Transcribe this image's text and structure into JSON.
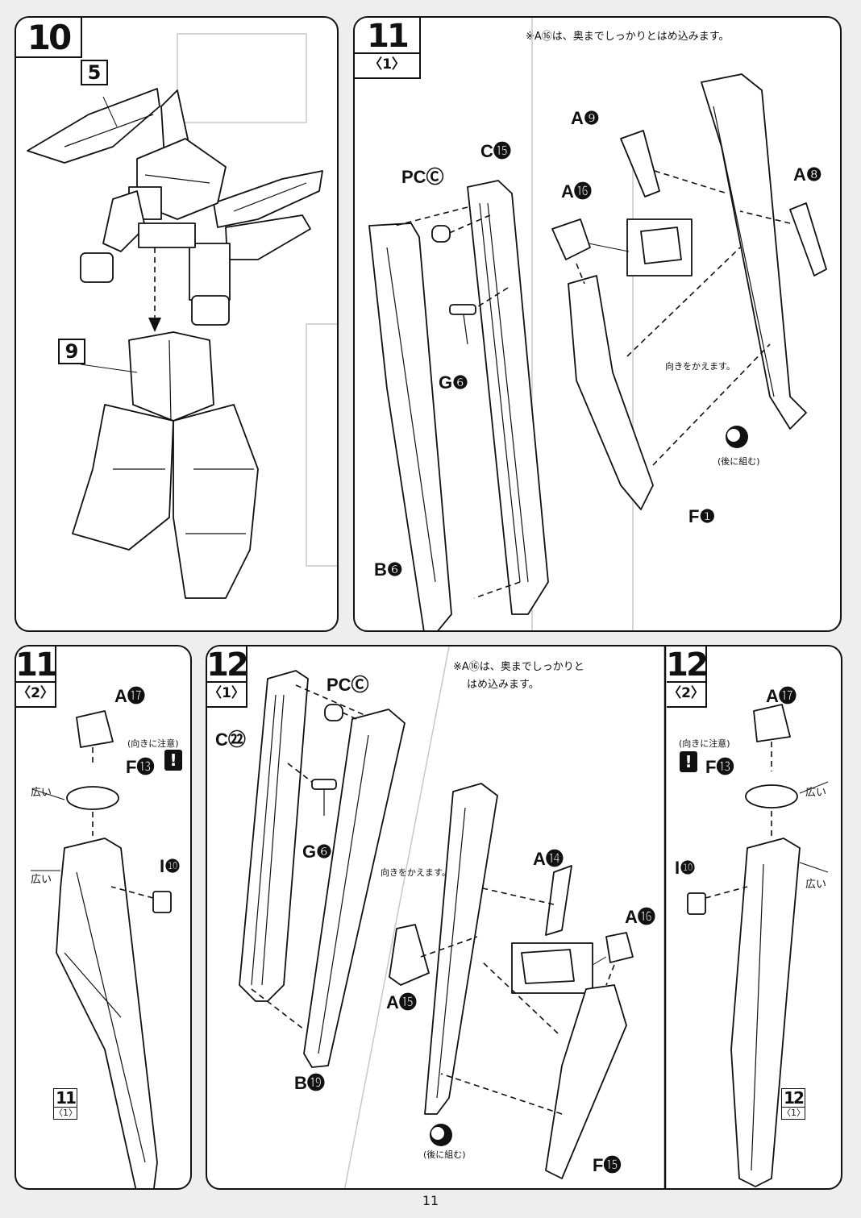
{
  "page_number": "11",
  "steps": [
    {
      "id": "step10",
      "number": "10",
      "sub": "",
      "labels": {
        "upper": "5",
        "lower": "9"
      }
    },
    {
      "id": "step11-1",
      "number": "11",
      "sub": "〈1〉",
      "note": "※A⑯は、奥までしっかりとはめ込みます。",
      "labels": {
        "a9": "A❾",
        "a8": "A❽",
        "a16": "A⓰",
        "c15": "C⓯",
        "pcc": "PCⒸ",
        "g6": "G❻",
        "b6": "B❻",
        "f1": "F❶"
      },
      "turn_note": "向きをかえます。",
      "later_note": "(後に組む)"
    },
    {
      "id": "step11-2",
      "number": "11",
      "sub": "〈2〉",
      "labels": {
        "a17": "A⓱",
        "f13": "F⓭",
        "i10": "I❿",
        "wide1": "広い",
        "wide2": "広い"
      },
      "caution": "(向きに注意)",
      "ref": {
        "number": "11",
        "sub": "〈1〉"
      }
    },
    {
      "id": "step12-1",
      "number": "12",
      "sub": "〈1〉",
      "note_line1": "※A⑯は、奥までしっかりと",
      "note_line2": "はめ込みます。",
      "labels": {
        "pcc": "PCⒸ",
        "c22": "C㉒",
        "g6": "G❻",
        "b19": "B⓳",
        "a14": "A⓮",
        "a15": "A⓯",
        "a16": "A⓰",
        "f15": "F⓯"
      },
      "turn_note": "向きをかえます。",
      "later_note": "(後に組む)"
    },
    {
      "id": "step12-2",
      "number": "12",
      "sub": "〈2〉",
      "labels": {
        "a17": "A⓱",
        "f13": "F⓭",
        "i10": "I❿",
        "wide1": "広い",
        "wide2": "広い"
      },
      "caution": "(向きに注意)",
      "ref": {
        "number": "12",
        "sub": "〈1〉"
      }
    }
  ]
}
